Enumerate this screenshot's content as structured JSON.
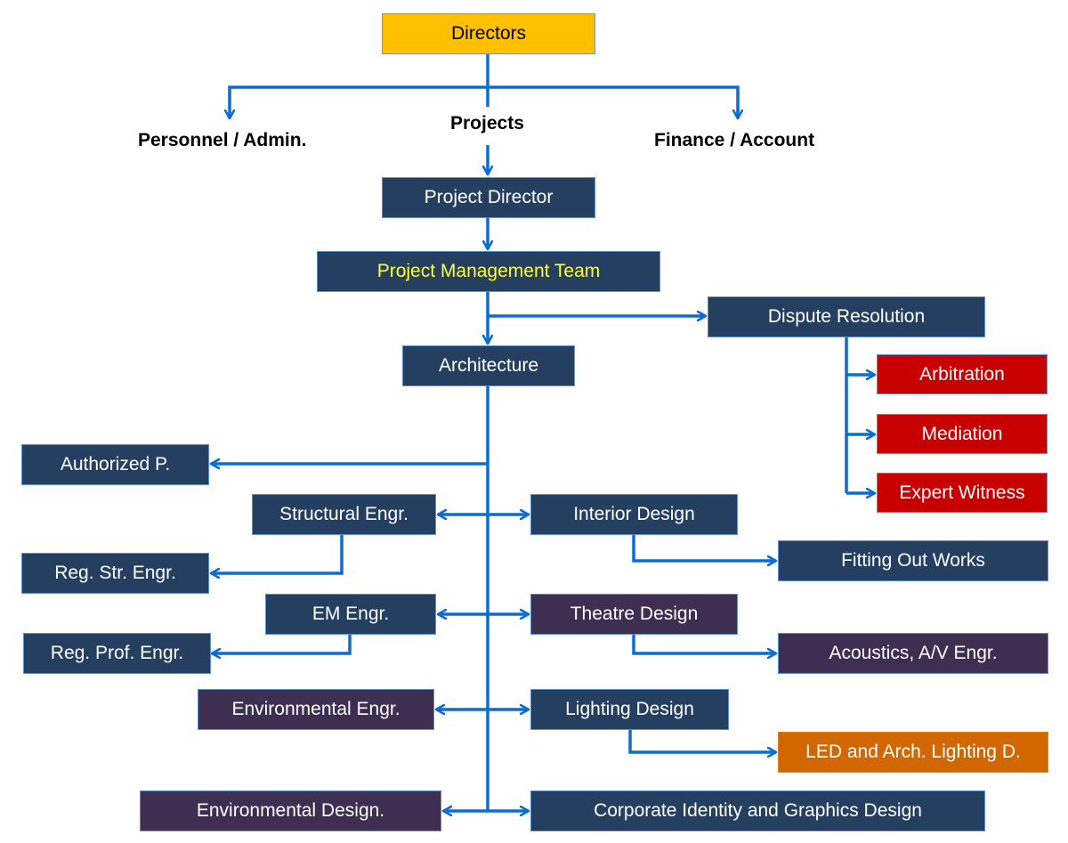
{
  "colors": {
    "connector": "#0a6cd4",
    "navy_box": "#253f61",
    "plum_box": "#3e2f52",
    "red_box": "#c80000",
    "orange_box": "#d26700",
    "gold_box": "#ffc000",
    "highlight_text": "#ffff33"
  },
  "top": {
    "directors": "Directors",
    "branches": {
      "personnel": "Personnel / Admin.",
      "projects": "Projects",
      "finance": "Finance / Account"
    }
  },
  "nodes": {
    "project_director": "Project Director",
    "project_management_team": "Project Management Team",
    "dispute_resolution": "Dispute Resolution",
    "arbitration": "Arbitration",
    "mediation": "Mediation",
    "expert_witness": "Expert Witness",
    "architecture": "Architecture",
    "authorized_p": "Authorized P.",
    "structural_engr": "Structural Engr.",
    "reg_str_engr": "Reg. Str. Engr.",
    "interior_design": "Interior Design",
    "fitting_out_works": "Fitting Out Works",
    "em_engr": "EM Engr.",
    "reg_prof_engr": "Reg. Prof. Engr.",
    "theatre_design": "Theatre Design",
    "acoustics_av_engr": "Acoustics, A/V Engr.",
    "environmental_engr": "Environmental Engr.",
    "lighting_design": "Lighting Design",
    "led_arch_lighting": "LED and Arch. Lighting D.",
    "environmental_design": "Environmental Design.",
    "corporate_identity": "Corporate Identity and Graphics Design"
  }
}
